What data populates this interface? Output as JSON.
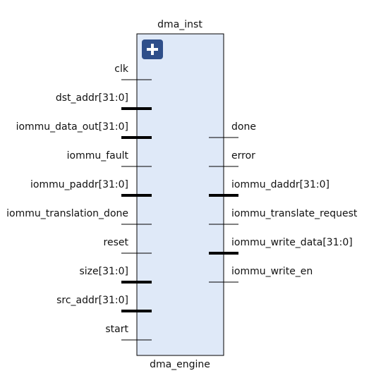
{
  "block": {
    "instance_name": "dma_inst",
    "module_name": "dma_engine",
    "expand_icon": "plus-icon",
    "fill_color": "#dfe9f8",
    "border_color": "#000000",
    "icon_color": "#2f4f8a"
  },
  "ports": {
    "inputs": [
      {
        "name": "clk",
        "bus": false
      },
      {
        "name": "dst_addr[31:0]",
        "bus": true
      },
      {
        "name": "iommu_data_out[31:0]",
        "bus": true
      },
      {
        "name": "iommu_fault",
        "bus": false
      },
      {
        "name": "iommu_paddr[31:0]",
        "bus": true
      },
      {
        "name": "iommu_translation_done",
        "bus": false
      },
      {
        "name": "reset",
        "bus": false
      },
      {
        "name": "size[31:0]",
        "bus": true
      },
      {
        "name": "src_addr[31:0]",
        "bus": true
      },
      {
        "name": "start",
        "bus": false
      }
    ],
    "outputs": [
      {
        "name": "done",
        "bus": false
      },
      {
        "name": "error",
        "bus": false
      },
      {
        "name": "iommu_daddr[31:0]",
        "bus": true
      },
      {
        "name": "iommu_translate_request",
        "bus": false
      },
      {
        "name": "iommu_write_data[31:0]",
        "bus": true
      },
      {
        "name": "iommu_write_en",
        "bus": false
      }
    ]
  }
}
